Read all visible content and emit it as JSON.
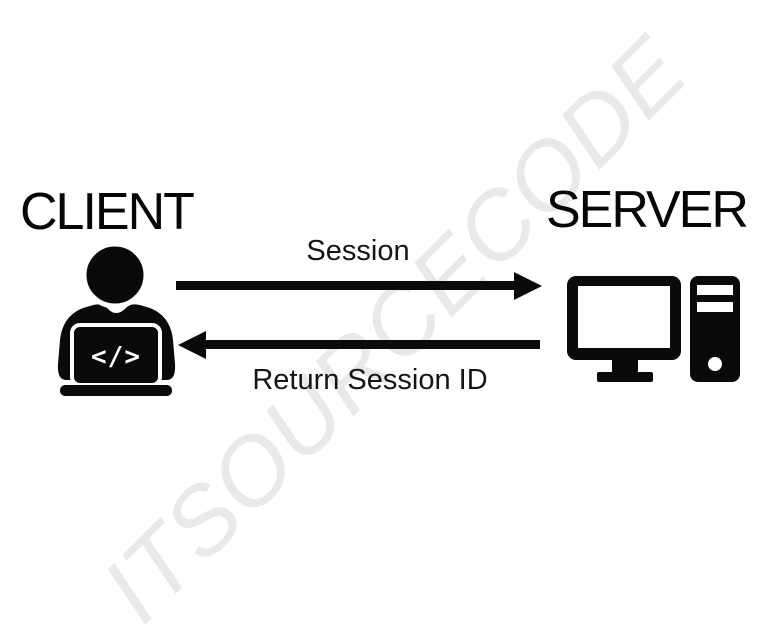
{
  "diagram": {
    "title_hint": "client-server session flow",
    "client": {
      "label": "CLIENT"
    },
    "server": {
      "label": "SERVER"
    },
    "arrows": [
      {
        "label": "Session",
        "from": "client",
        "to": "server",
        "direction": "right"
      },
      {
        "label": "Return Session ID",
        "from": "server",
        "to": "client",
        "direction": "left"
      }
    ],
    "client_icon": {
      "name": "person-at-laptop-icon",
      "code_glyph": "</>"
    },
    "server_icon": {
      "name": "desktop-computer-icon"
    },
    "watermark": "ITSOURCECODE",
    "colors": {
      "foreground": "#0a0a0a",
      "background": "#ffffff",
      "watermark": "#e9e9e9",
      "icon_accent_text": "#ffffff"
    }
  }
}
